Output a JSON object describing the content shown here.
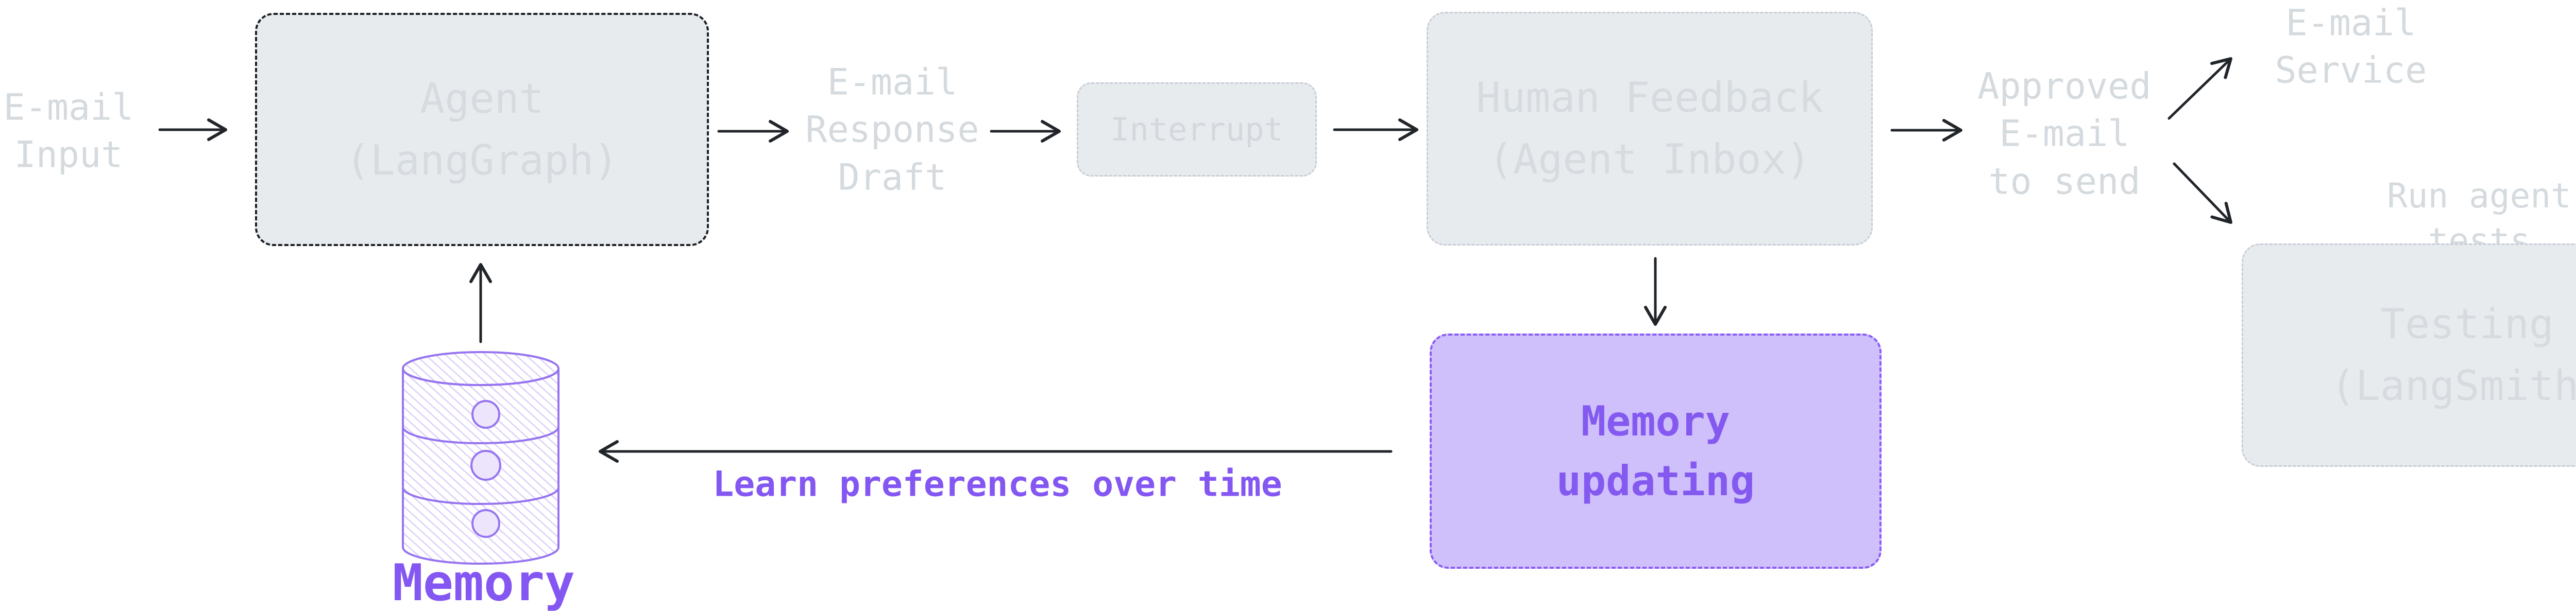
{
  "diagram": {
    "nodes": {
      "email_input": {
        "label": "E-mail\nInput"
      },
      "agent": {
        "label": "Agent\n(LangGraph)"
      },
      "email_response_draft": {
        "label": "E-mail\nResponse\nDraft"
      },
      "interrupt": {
        "label": "Interrupt"
      },
      "human_feedback": {
        "label": "Human Feedback\n(Agent Inbox)"
      },
      "approved_email": {
        "label": "Approved\nE-mail\nto send"
      },
      "email_service": {
        "label": "E-mail\nService"
      },
      "run_agent_tests": {
        "label": "Run agent tests"
      },
      "testing": {
        "label": "Testing\n(LangSmith)"
      },
      "memory_updating": {
        "label": "Memory\nupdating"
      },
      "memory": {
        "label": "Memory"
      },
      "learn_preferences": {
        "label": "Learn preferences over time"
      }
    },
    "edges": [
      {
        "from": "email_input",
        "to": "agent"
      },
      {
        "from": "agent",
        "to": "email_response_draft"
      },
      {
        "from": "email_response_draft",
        "to": "interrupt"
      },
      {
        "from": "interrupt",
        "to": "human_feedback"
      },
      {
        "from": "human_feedback",
        "to": "approved_email"
      },
      {
        "from": "approved_email",
        "to": "email_service"
      },
      {
        "from": "approved_email",
        "to": "testing"
      },
      {
        "from": "human_feedback",
        "to": "memory_updating"
      },
      {
        "from": "memory_updating",
        "to": "memory",
        "edge_label": "Learn preferences over time"
      },
      {
        "from": "memory",
        "to": "agent"
      }
    ],
    "icons": {
      "memory_database": "database-cylinder"
    },
    "colors": {
      "background": "#ffffff",
      "gray_box_fill": "#e8ebee",
      "gray_text": "#d4dade",
      "dark_dash_border": "#1b1e22",
      "light_dash_border": "#c7ced6",
      "arrow": "#212529",
      "purple_text": "#8456f2",
      "purple_box_fill": "#cfc0fb",
      "purple_box_border": "#8b5cf6",
      "cylinder_stroke": "#9674f0",
      "cylinder_hatch": "#dcd0f9"
    }
  }
}
